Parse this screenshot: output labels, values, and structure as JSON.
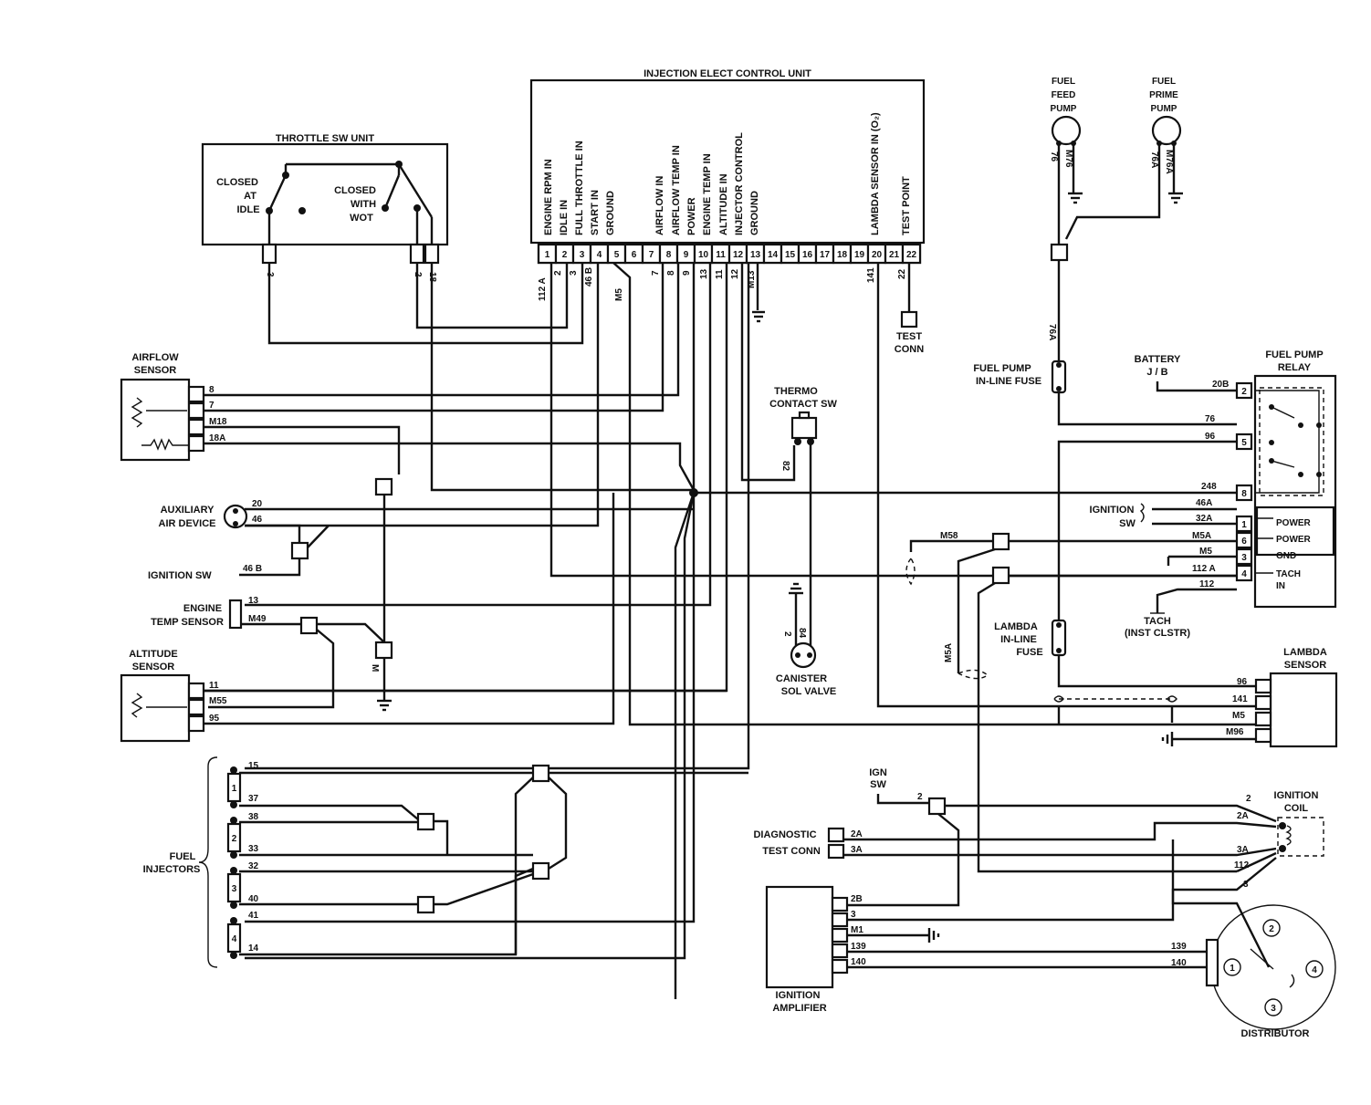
{
  "ecu": {
    "title": "INJECTION ELECT CONTROL UNIT",
    "pins": [
      "1",
      "2",
      "3",
      "4",
      "5",
      "6",
      "7",
      "8",
      "9",
      "10",
      "11",
      "12",
      "13",
      "14",
      "15",
      "16",
      "17",
      "18",
      "19",
      "20",
      "21",
      "22"
    ],
    "labels": {
      "p1": "ENGINE RPM IN",
      "p2": "IDLE IN",
      "p3": "FULL THROTTLE IN",
      "p4": "START IN",
      "p5": "GROUND",
      "p7": "AIRFLOW IN",
      "p8": "AIRFLOW TEMP IN",
      "p9": "POWER",
      "p10": "ENGINE TEMP IN",
      "p11": "ALTITUDE IN",
      "p12": "INJECTOR CONTROL",
      "p13": "GROUND",
      "p20": "LAMBDA SENSOR IN (O₂)",
      "p22": "TEST POINT"
    },
    "wires": {
      "w1": "112 A",
      "w2": "2",
      "w3": "3",
      "w4": "46 B",
      "w5": "M5",
      "w7": "7",
      "w8": "8",
      "w9": "9",
      "w10": "13",
      "w11": "11",
      "w12": "12",
      "w13": "M13",
      "w20": "141",
      "w22": "22"
    }
  },
  "throttle": {
    "title": "THROTTLE SW UNIT",
    "closed_idle": [
      "CLOSED",
      "AT",
      "IDLE"
    ],
    "closed_wot": [
      "CLOSED",
      "WITH",
      "WOT"
    ],
    "w3": "3",
    "w2": "2",
    "w18": "18"
  },
  "test_conn": [
    "TEST",
    "CONN"
  ],
  "airflow": {
    "title": [
      "AIRFLOW",
      "SENSOR"
    ],
    "wires": [
      "8",
      "7",
      "M18",
      "18A"
    ]
  },
  "aux_air": {
    "title": [
      "AUXILIARY",
      "AIR DEVICE"
    ],
    "wires": [
      "20",
      "46"
    ]
  },
  "ign_sw_left": {
    "label": "IGNITION SW",
    "wire": "46 B"
  },
  "engine_temp": {
    "title": [
      "ENGINE",
      "TEMP SENSOR"
    ],
    "wires": [
      "13",
      "M49"
    ]
  },
  "altitude": {
    "title": [
      "ALTITUDE",
      "SENSOR"
    ],
    "wires": [
      "11",
      "M55",
      "95"
    ],
    "gnd": "M"
  },
  "injectors": {
    "title": [
      "FUEL",
      "INJECTORS"
    ],
    "nums": [
      "1",
      "2",
      "3",
      "4"
    ],
    "wires": [
      "15",
      "37",
      "38",
      "33",
      "32",
      "40",
      "41",
      "14"
    ]
  },
  "thermo": {
    "title": [
      "THERMO",
      "CONTACT SW"
    ],
    "wire": "82"
  },
  "canister": {
    "title": [
      "CANISTER",
      "SOL VALVE"
    ],
    "wires": [
      "2",
      "84"
    ]
  },
  "fuel_feed": {
    "title": [
      "FUEL",
      "FEED",
      "PUMP"
    ],
    "wires": [
      "76",
      "M76"
    ]
  },
  "fuel_prime": {
    "title": [
      "FUEL",
      "PRIME",
      "PUMP"
    ],
    "wires": [
      "76A",
      "M76A"
    ]
  },
  "inline_fuse": {
    "title": [
      "FUEL PUMP",
      "IN-LINE FUSE"
    ],
    "wire": "76A"
  },
  "battery": {
    "title": [
      "BATTERY",
      "J / B"
    ],
    "wire": "20B"
  },
  "relay": {
    "title": [
      "FUEL PUMP",
      "RELAY"
    ],
    "pins": [
      "2",
      "5",
      "8",
      "1",
      "6",
      "3",
      "4"
    ],
    "wires": [
      "20B",
      "76",
      "96",
      "248",
      "46A",
      "32A",
      "M5A",
      "M5",
      "112 A",
      "112"
    ],
    "labels": [
      "POWER",
      "POWER",
      "GND",
      "TACH",
      "IN"
    ]
  },
  "ign_sw_right": [
    "IGNITION",
    "SW"
  ],
  "m58": "M58",
  "tach": [
    "TACH",
    "(INST CLSTR)"
  ],
  "lambda_fuse": {
    "title": [
      "LAMBDA",
      "IN-LINE",
      "FUSE"
    ],
    "wire": "M5A"
  },
  "lambda": {
    "title": [
      "LAMBDA",
      "SENSOR"
    ],
    "wires": [
      "96",
      "141",
      "M5",
      "M96"
    ]
  },
  "ign_sw_bottom": {
    "title": [
      "IGN",
      "SW"
    ],
    "wire": "2"
  },
  "diag": {
    "title": [
      "DIAGNOSTIC",
      "TEST CONN"
    ],
    "wires": [
      "2A",
      "3A"
    ]
  },
  "amp": {
    "title": [
      "IGNITION",
      "AMPLIFIER"
    ],
    "wires": [
      "2B",
      "3",
      "M1",
      "139",
      "140"
    ]
  },
  "coil": {
    "title": [
      "IGNITION",
      "COIL"
    ],
    "wires": [
      "2",
      "2A",
      "3A",
      "112",
      "3"
    ]
  },
  "distributor": {
    "title": "DISTRIBUTOR",
    "nums": [
      "1",
      "2",
      "3",
      "4"
    ],
    "wires": [
      "139",
      "140"
    ]
  }
}
